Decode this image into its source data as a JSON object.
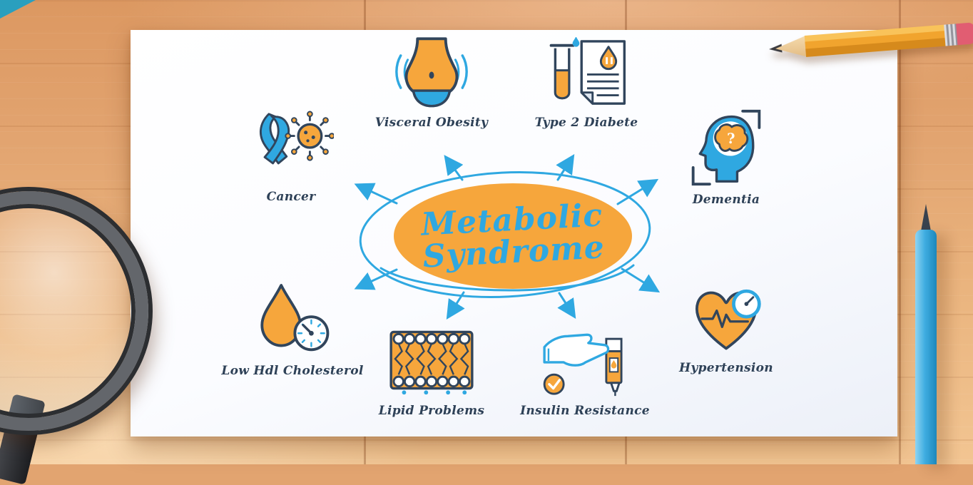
{
  "title": {
    "line1": "Metabolic",
    "line2": "Syndrome"
  },
  "nodes": [
    {
      "id": "visceral-obesity",
      "label": "Visceral Obesity",
      "icon": "belly-icon"
    },
    {
      "id": "type-2-diabete",
      "label": "Type 2 Diabete",
      "icon": "blood-test-document-icon"
    },
    {
      "id": "dementia",
      "label": "Dementia",
      "icon": "head-brain-icon"
    },
    {
      "id": "hypertension",
      "label": "Hypertension",
      "icon": "heart-gauge-icon"
    },
    {
      "id": "insulin-resistance",
      "label": "Insulin Resistance",
      "icon": "hand-insulin-pen-icon"
    },
    {
      "id": "lipid-problems",
      "label": "Lipid Problems",
      "icon": "lipid-bilayer-icon"
    },
    {
      "id": "low-hdl-cholesterol",
      "label": "Low Hdl Cholesterol",
      "icon": "cholesterol-drop-gauge-icon"
    },
    {
      "id": "cancer",
      "label": "Cancer",
      "icon": "ribbon-cell-icon"
    }
  ],
  "icons": {
    "dementia_mark": "?"
  },
  "colors": {
    "blue": "#2FA8E1",
    "orange": "#F6A63C",
    "outline": "#31455C",
    "paper": "#FAFBFE"
  }
}
